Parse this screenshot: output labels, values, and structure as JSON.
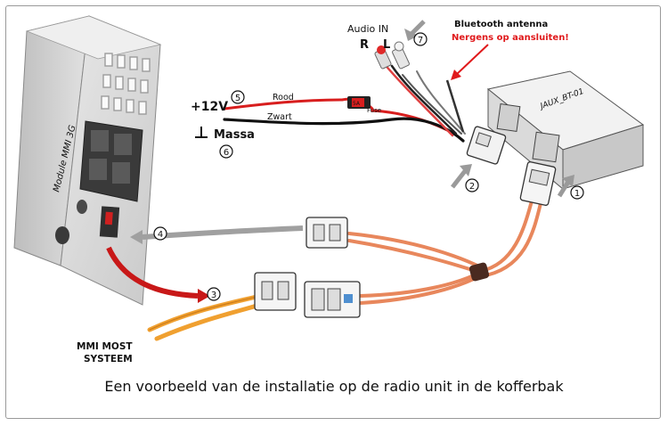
{
  "caption": "Een voorbeeld van de installatie op de radio unit in de kofferbak",
  "module_label": "Module MMI 3G",
  "box_label": "JAUX_BT-01",
  "labels": {
    "plus12v": "+12V",
    "rood": "Rood",
    "zwart": "Zwart",
    "massa": "Massa",
    "fuse": "Fuse",
    "fuse_value": "5A",
    "audio_in": "Audio IN",
    "right": "R",
    "left": "L",
    "bt_antenna": "Bluetooth antenna",
    "bt_warning": "Nergens op aansluiten!",
    "mmi_most_line1": "MMI MOST",
    "mmi_most_line2": "SYSTEEM"
  },
  "callouts": [
    "1",
    "2",
    "3",
    "4",
    "5",
    "6",
    "7"
  ],
  "colors": {
    "warning": "#e0191b",
    "fiber_orange": "#e8875c",
    "most_cable": "#f0a030",
    "red_wire": "#d81e1e",
    "arrow_red": "#c81818",
    "arrow_grey": "#9a9a9a",
    "device_grey": "#d4d4d4"
  }
}
